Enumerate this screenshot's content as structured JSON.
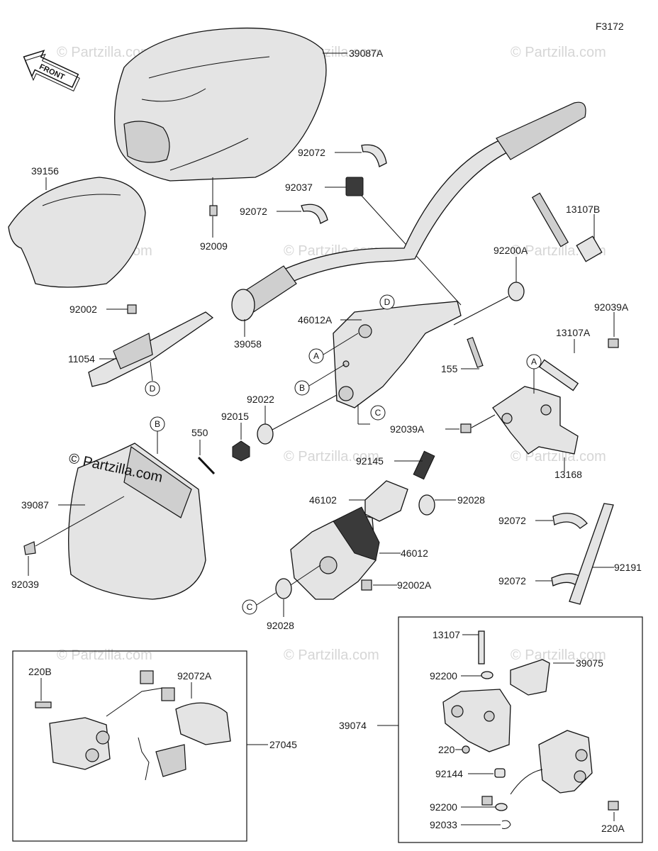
{
  "figure_code": "F3172",
  "front_label": "FRONT",
  "watermark": "© Partzilla.com",
  "labels": {
    "p39087A": "39087A",
    "p39156": "39156",
    "p92009": "92009",
    "p92072a": "92072",
    "p92037": "92037",
    "p92072b": "92072",
    "p13107B": "13107B",
    "p92200A": "92200A",
    "p92039A_top": "92039A",
    "p13107A": "13107A",
    "p92002": "92002",
    "p11054": "11054",
    "p39058": "39058",
    "p46012A": "46012A",
    "p155": "155",
    "p92022": "92022",
    "p92015": "92015",
    "p550": "550",
    "p92039A_mid": "92039A",
    "p13168": "13168",
    "p92145": "92145",
    "p46102": "46102",
    "p92028_top": "92028",
    "p39087": "39087",
    "p92039": "92039",
    "p46012": "46012",
    "p92072c": "92072",
    "p92191": "92191",
    "p92072d": "92072",
    "p92002A": "92002A",
    "p92028_bot": "92028",
    "p220B": "220B",
    "p92072A": "92072A",
    "p27045": "27045",
    "p13107": "13107",
    "p39075": "39075",
    "p92200_top": "92200",
    "p39074": "39074",
    "p220": "220",
    "p92144": "92144",
    "p92200_bot": "92200",
    "p92033": "92033",
    "p220A": "220A"
  },
  "callouts": {
    "D1": "D",
    "D2": "D",
    "A1": "A",
    "A2": "A",
    "B1": "B",
    "B2": "B",
    "C1": "C",
    "C2": "C"
  }
}
